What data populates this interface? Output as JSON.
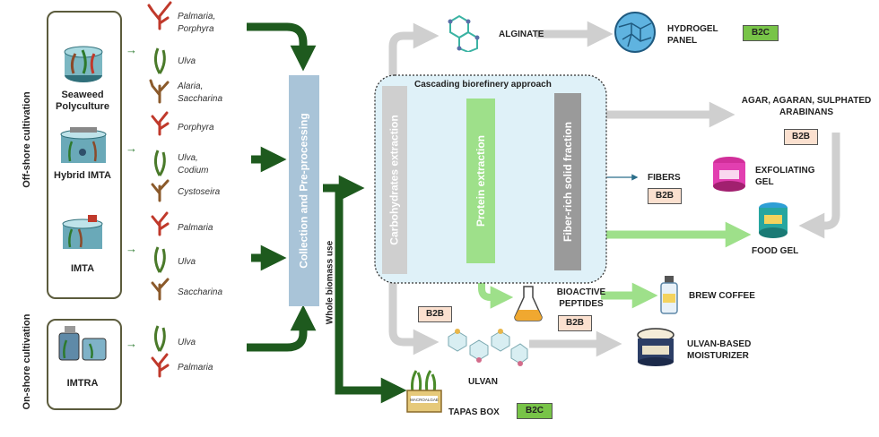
{
  "sections": {
    "offshore": "Off-shore cultivation",
    "onshore": "On-shore cultivation"
  },
  "systems": {
    "seaweed": "Seaweed Polyculture",
    "hybrid": "Hybrid IMTA",
    "imta": "IMTA",
    "imtra": "IMTRA"
  },
  "species": {
    "g1": [
      "Palmaria, Porphyra",
      "Ulva",
      "Alaria, Saccharina"
    ],
    "g2": [
      "Porphyra",
      "Ulva, Codium",
      "Cystoseira"
    ],
    "g3": [
      "Palmaria",
      "Ulva",
      "Saccharina"
    ],
    "g4": [
      "Ulva",
      "Palmaria"
    ]
  },
  "process": {
    "collection": "Collection and Pre-processing",
    "whole_biomass": "Whole biomass use",
    "cascading": "Cascading biorefinery approach",
    "carbo": "Carbohydrates extraction",
    "protein": "Protein extraction",
    "fiber": "Fiber-rich solid fraction"
  },
  "products": {
    "alginate": "ALGINATE",
    "hydrogel": "HYDROGEL PANEL",
    "agar": "AGAR, AGARAN, SULPHATED ARABINANS",
    "fibers": "FIBERS",
    "exfoliating": "EXFOLIATING GEL",
    "foodgel": "FOOD GEL",
    "bioactive": "BIOACTIVE PEPTIDES",
    "brew": "BREW COFFEE",
    "ulvan": "ULVAN",
    "moisturizer": "ULVAN-BASED MOISTURIZER",
    "tapas": "TAPAS BOX",
    "tapas_label": "MACROALGAE"
  },
  "badges": {
    "b2b": "B2B",
    "b2c": "B2C"
  },
  "colors": {
    "darkgreen": "#1e5a1e",
    "lightgreen": "#9ee08a",
    "grey": "#cfcfcf",
    "bluebar": "#a9c4d8",
    "boxedge": "#5b5b3c"
  }
}
